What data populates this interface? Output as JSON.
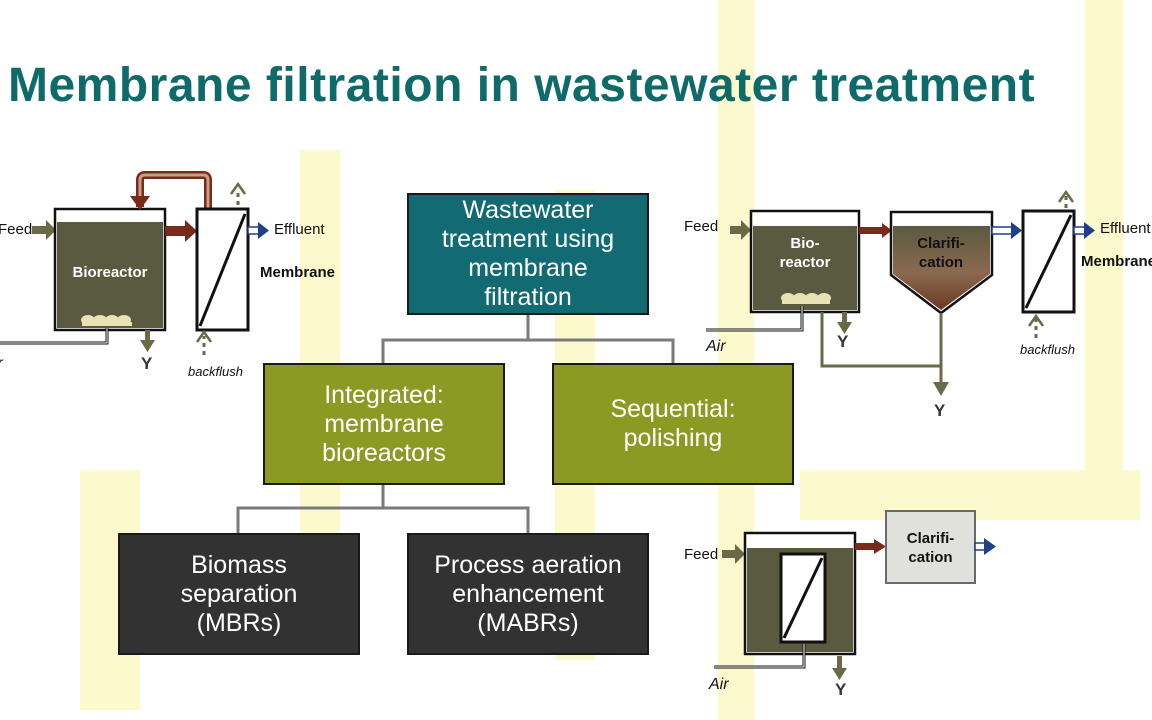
{
  "title": "Membrane filtration in wastewater treatment",
  "tree": {
    "root": "Wastewater\ntreatment using\nmembrane\nfiltration",
    "integrated": "Integrated:\nmembrane\nbioreactors",
    "sequential": "Sequential:\npolishing",
    "biomass": "Biomass\nseparation\n(MBRs)",
    "aeration": "Process aeration\nenhancement\n(MABRs)"
  },
  "left_diagram": {
    "feed": "Feed",
    "bioreactor": "Bioreactor",
    "effluent": "Effluent",
    "membrane": "Membrane",
    "backflush": "backflush",
    "air": "ir",
    "y": "Y"
  },
  "right_diagram": {
    "feed": "Feed",
    "bioreactor": "Bio-\nreactor",
    "clarification": "Clarifi-\ncation",
    "effluent": "Effluent",
    "membrane": "Membrane",
    "backflush": "backflush",
    "air": "Air",
    "y1": "Y",
    "y2": "Y"
  },
  "bottom_diagram": {
    "feed": "Feed",
    "clarification": "Clarifi-\ncation",
    "air": "Air",
    "y": "Y"
  },
  "colors": {
    "title": "#0f6a6a",
    "teal_box": "#126b73",
    "olive_box": "#8a9a22",
    "dark_box": "#323232",
    "reactor_fill": "#5a5a40",
    "recycle_arrow": "#7a2a1a",
    "effluent_arrow": "#1f3f8a",
    "feed_arrow": "#6a6a48",
    "watermark": "#fbf8c8"
  },
  "icons": [
    "arrow-right-icon",
    "arrow-down-icon",
    "arrow-up-dashed-icon",
    "aerator-icon",
    "membrane-module-icon"
  ]
}
